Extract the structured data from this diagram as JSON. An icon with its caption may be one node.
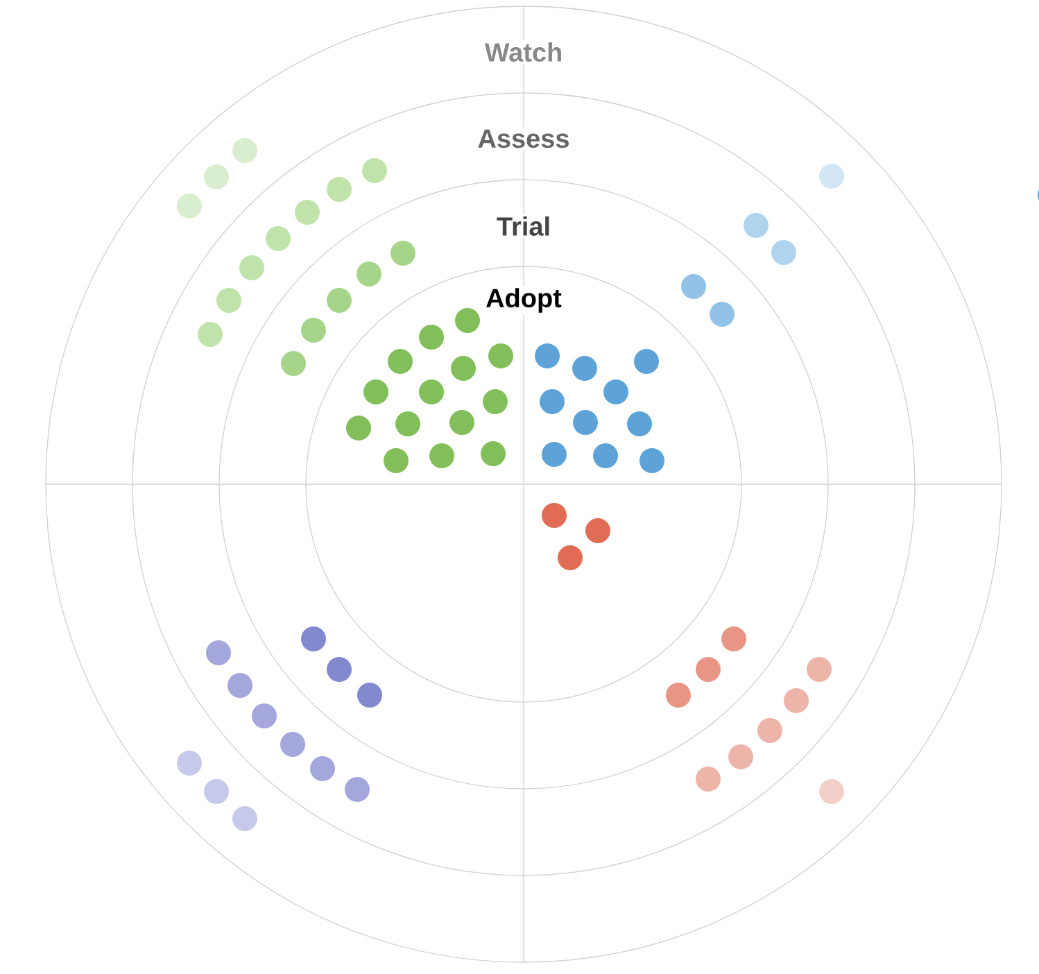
{
  "diagram": {
    "labels": [
      "Watch",
      "Assess",
      "Trial",
      "Adopt"
    ]
  }
}
